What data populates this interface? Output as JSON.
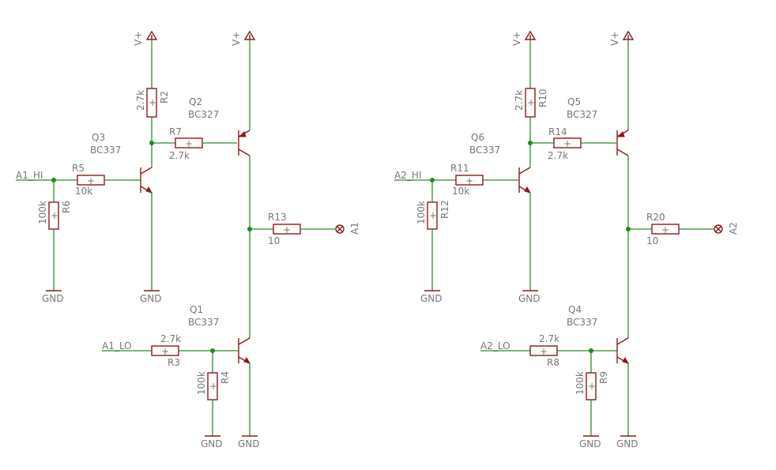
{
  "labels": {
    "supply": "V+",
    "ground": "GND",
    "plus": "+"
  },
  "channel1": {
    "input_hi": "A1_HI",
    "input_lo": "A1_LO",
    "output": "A1",
    "q3": {
      "name": "Q3",
      "type": "BC337"
    },
    "q2": {
      "name": "Q2",
      "type": "BC327"
    },
    "q1": {
      "name": "Q1",
      "type": "BC337"
    },
    "r2": {
      "name": "R2",
      "value": "2.7k"
    },
    "r7": {
      "name": "R7",
      "value": "2.7k"
    },
    "r5": {
      "name": "R5",
      "value": "10k"
    },
    "r6": {
      "name": "R6",
      "value": "100k"
    },
    "r13": {
      "name": "R13",
      "value": "10"
    },
    "r3": {
      "name": "R3",
      "value": "2.7k"
    },
    "r4": {
      "name": "R4",
      "value": "100k"
    }
  },
  "channel2": {
    "input_hi": "A2_HI",
    "input_lo": "A2_LO",
    "output": "A2",
    "q6": {
      "name": "Q6",
      "type": "BC337"
    },
    "q5": {
      "name": "Q5",
      "type": "BC327"
    },
    "q4": {
      "name": "Q4",
      "type": "BC337"
    },
    "r10": {
      "name": "R10",
      "value": "2.7k"
    },
    "r14": {
      "name": "R14",
      "value": "2.7k"
    },
    "r11": {
      "name": "R11",
      "value": "10k"
    },
    "r12": {
      "name": "R12",
      "value": "100k"
    },
    "r20": {
      "name": "R20",
      "value": "10"
    },
    "r8": {
      "name": "R8",
      "value": "2.7k"
    },
    "r9": {
      "name": "R9",
      "value": "100k"
    }
  }
}
